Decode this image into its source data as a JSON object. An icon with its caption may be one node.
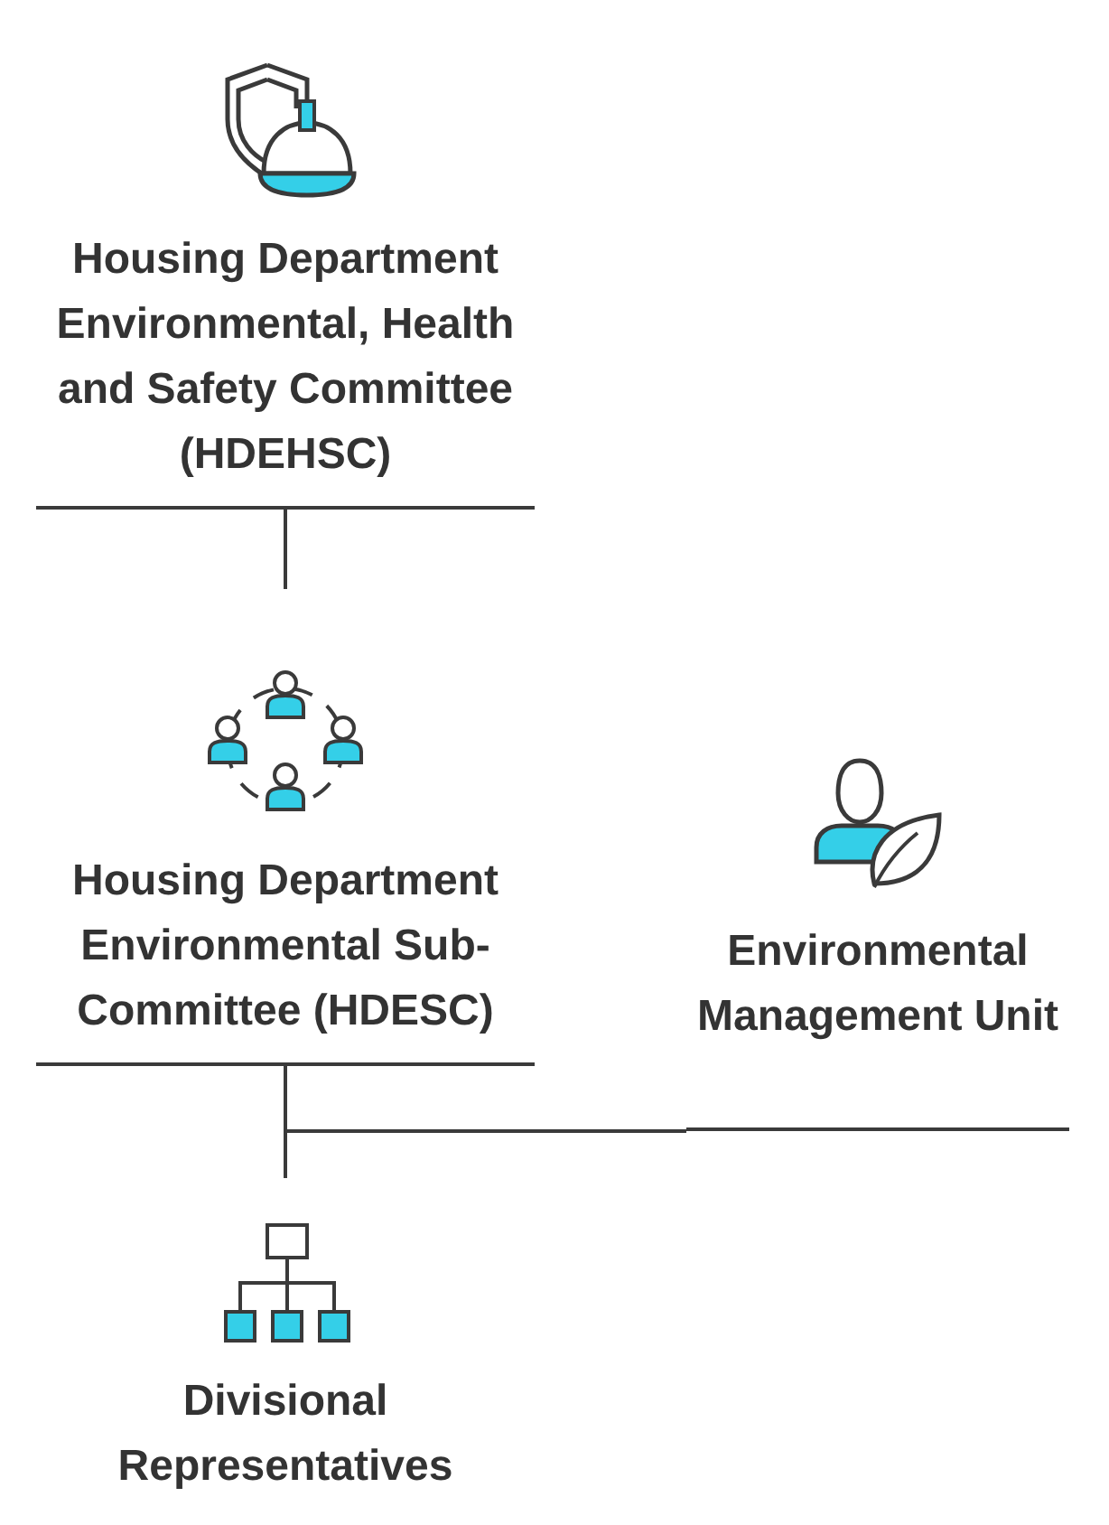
{
  "diagram": {
    "nodes": [
      {
        "text": [
          "Housing Department Environmental, Health and Safety Committee (HDEHSC)"
        ]
      },
      {
        "text": [
          "Housing Department Environmental Sub-Committee (HDESC)"
        ]
      },
      {
        "text": [
          "Environmental Management Unit"
        ]
      },
      {
        "text": [
          "Divisional Representatives"
        ]
      }
    ],
    "edges": [
      {
        "from": 0,
        "to": 1,
        "arrow": "none"
      },
      {
        "from": 1,
        "to": 2,
        "arrow": "none"
      },
      {
        "from": 1,
        "to": 3,
        "arrow": "none"
      }
    ]
  }
}
